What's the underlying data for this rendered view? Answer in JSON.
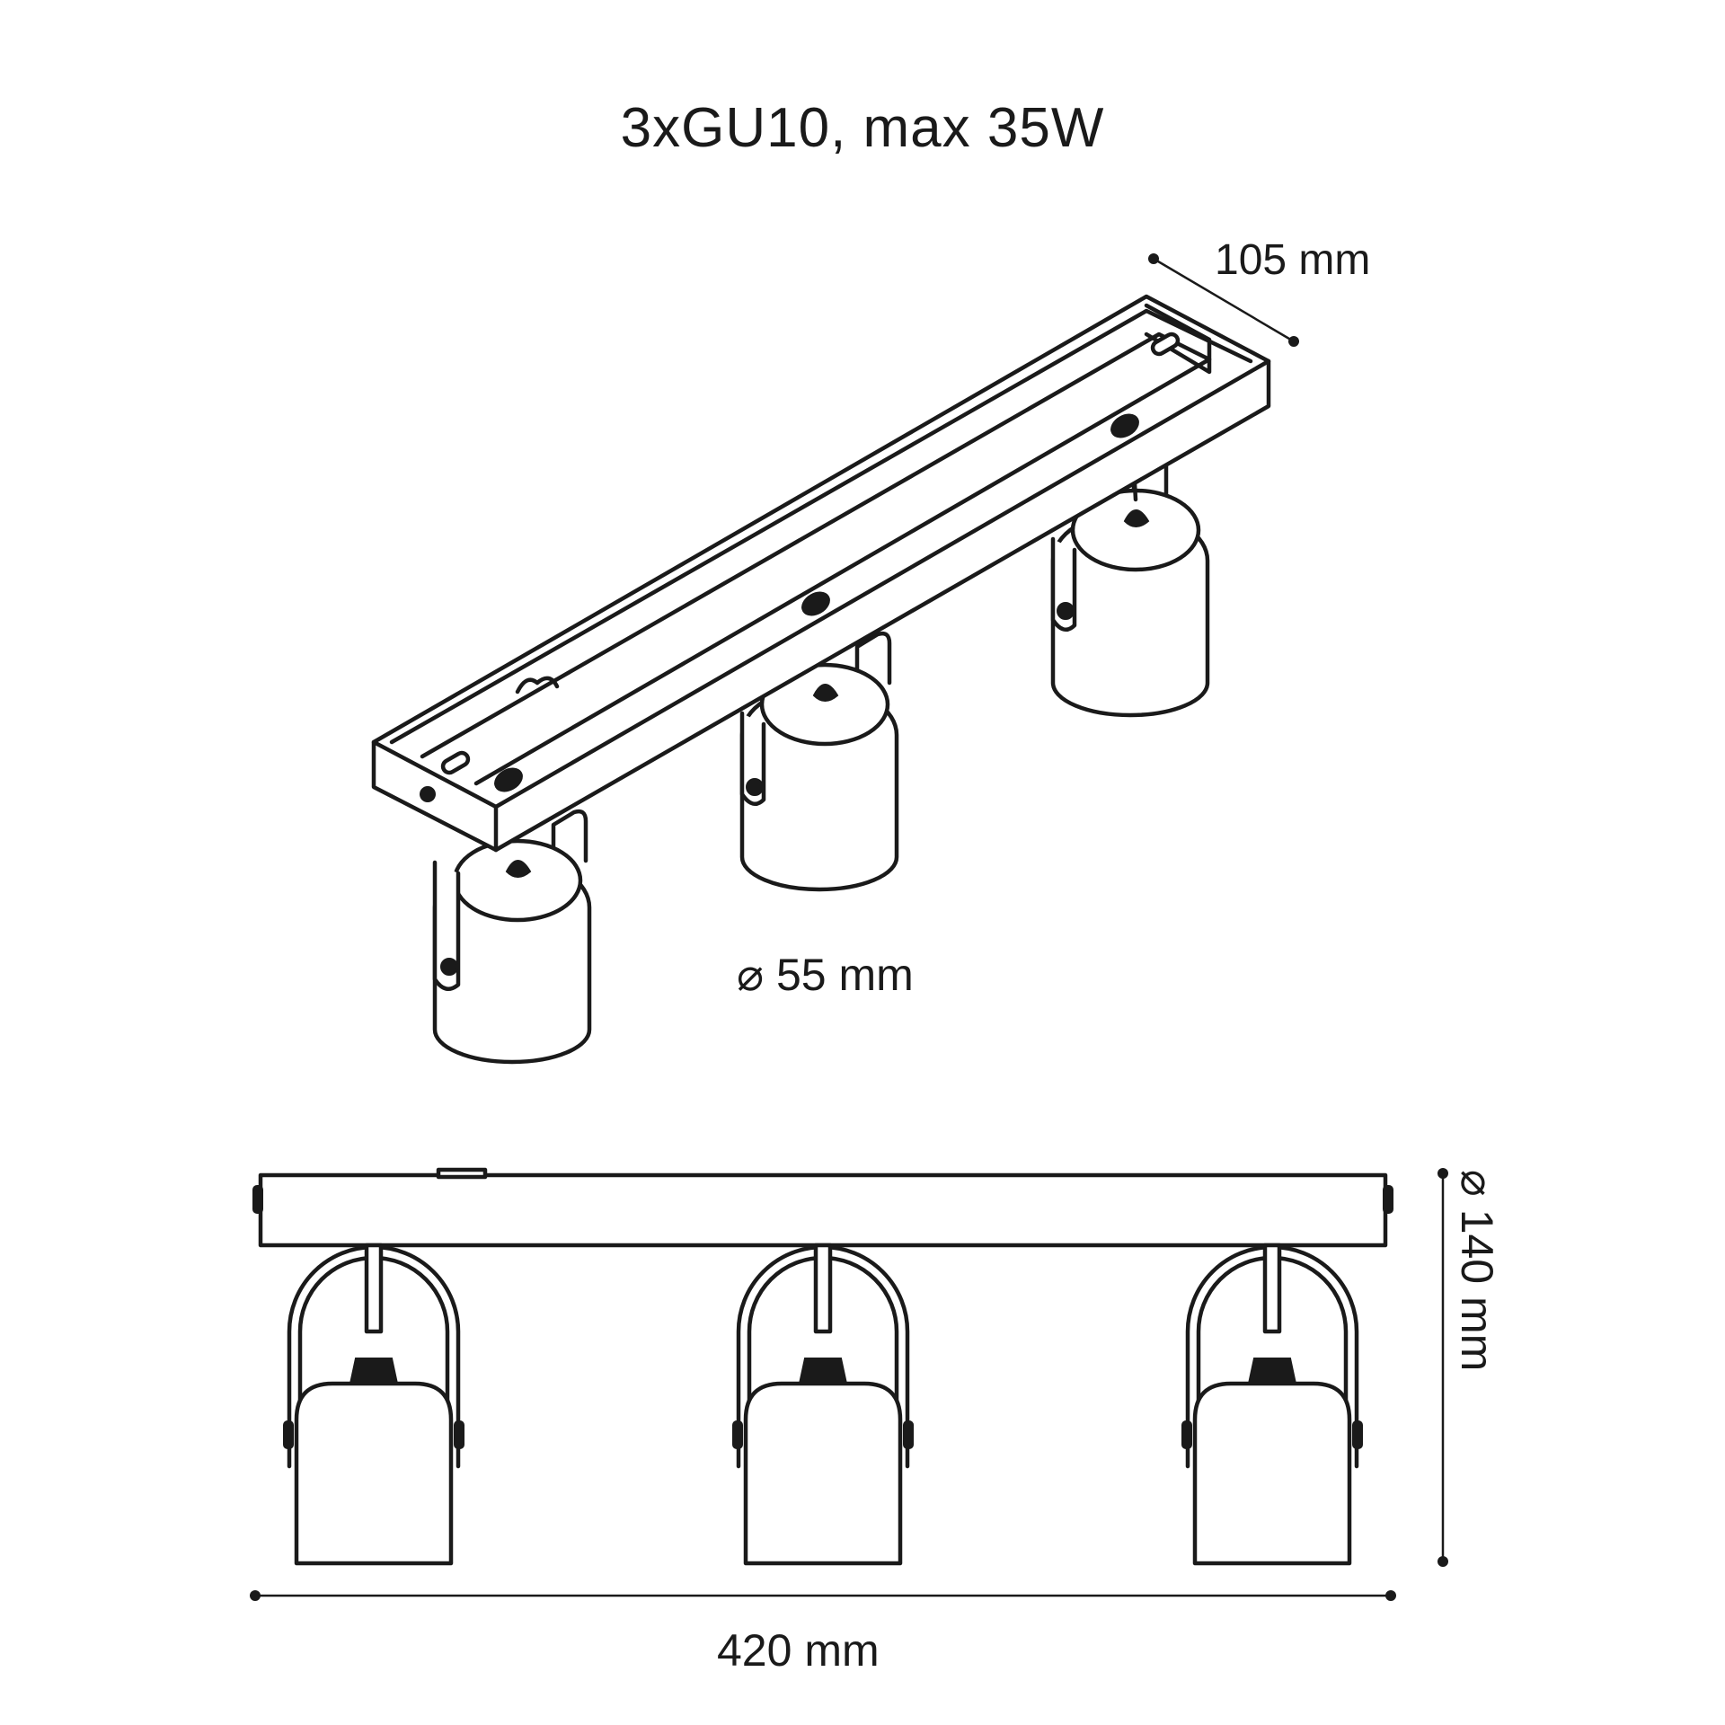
{
  "spec": {
    "title": "3xGU10,  max 35W"
  },
  "dimensions": {
    "depth": "105 mm",
    "lamp_diameter": "⌀ 55 mm",
    "length": "420 mm",
    "height": "⌀ 140 mm"
  },
  "colors": {
    "line": "#1a1a1a",
    "background": "#ffffff"
  }
}
